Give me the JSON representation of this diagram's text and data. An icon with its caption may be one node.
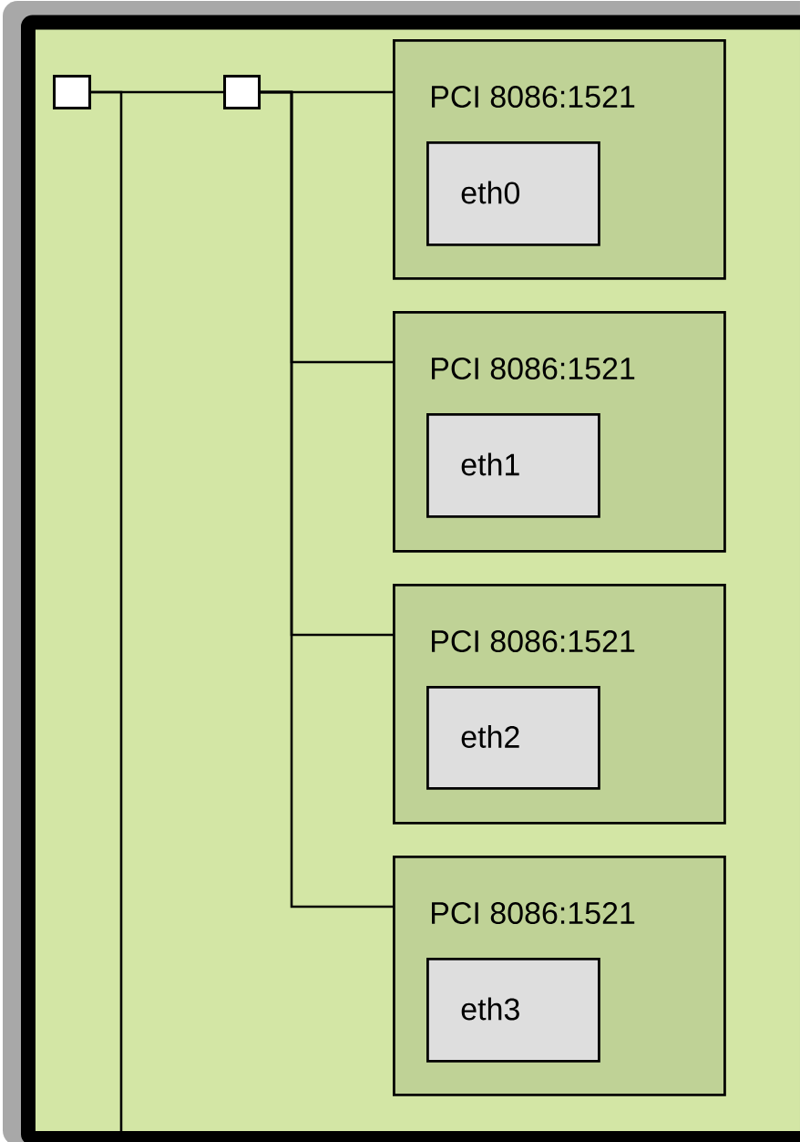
{
  "diagram": {
    "nodes": [
      {
        "text": [],
        "shape": "box"
      },
      {
        "text": [],
        "shape": "box",
        "in": 0
      },
      {
        "text": [],
        "shape": "box",
        "in": 0
      },
      {
        "text": [
          "PCI 8086:1521"
        ],
        "in": 0
      },
      {
        "text": [
          "eth0"
        ],
        "in": 3
      },
      {
        "text": [
          "PCI 8086:1521"
        ],
        "in": 0
      },
      {
        "text": [
          "eth1"
        ],
        "in": 5
      },
      {
        "text": [
          "PCI 8086:1521"
        ],
        "in": 0
      },
      {
        "text": [
          "eth2"
        ],
        "in": 7
      },
      {
        "text": [
          "PCI 8086:1521"
        ],
        "in": 0
      },
      {
        "text": [
          "eth3"
        ],
        "in": 9
      }
    ],
    "edges": [
      {
        "from": 1,
        "to": 2,
        "arrow": "none"
      },
      {
        "from": 1,
        "to": null,
        "arrow": "none"
      },
      {
        "from": 2,
        "to": 3,
        "arrow": "none"
      },
      {
        "from": 2,
        "to": 5,
        "arrow": "none"
      },
      {
        "from": 2,
        "to": 7,
        "arrow": "none"
      },
      {
        "from": 2,
        "to": 9,
        "arrow": "none"
      }
    ]
  }
}
